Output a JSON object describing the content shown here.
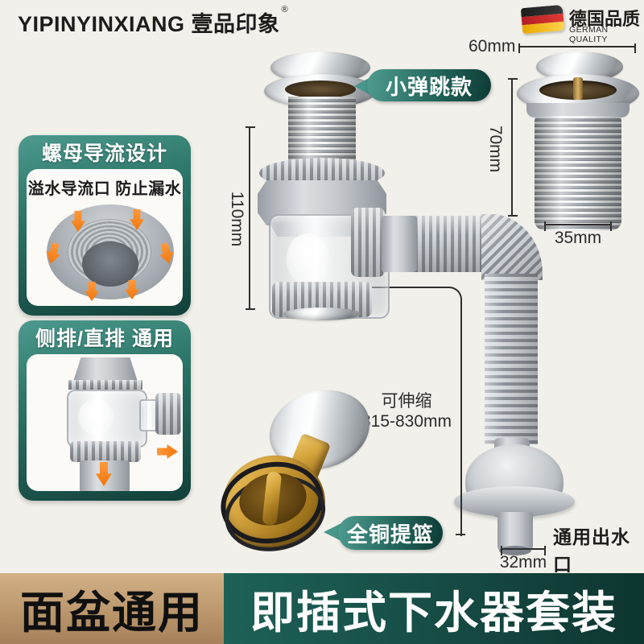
{
  "header": {
    "brand_logo": "YIPINYINXIANG 壹品印象",
    "reg_mark": "®",
    "quality_cn": "德国品质",
    "quality_en": "GERMAN QUALITY"
  },
  "dims": {
    "top_width": "60mm",
    "thread_height": "70mm",
    "thread_width": "35mm",
    "body_height": "110mm",
    "outlet_width": "32mm"
  },
  "callouts": {
    "pop_style": "小弹跳款",
    "stretch_label": "可伸缩",
    "stretch_range": "315-830mm",
    "copper_basket": "全铜提篮",
    "universal_outlet": "通用出水口"
  },
  "feature_panels": [
    {
      "title": "螺母导流设计",
      "subtitle": "溢水导流口 防止漏水"
    },
    {
      "title": "侧排/直排 通用"
    }
  ],
  "bottom_banner": {
    "left": "面盆通用",
    "right": "即插式下水器套装"
  },
  "colors": {
    "teal": "#2b7467",
    "teal_dark": "#0e3b35",
    "orange": "#f2760a",
    "tan": "#c2a176",
    "background": "#f2f0ea"
  }
}
